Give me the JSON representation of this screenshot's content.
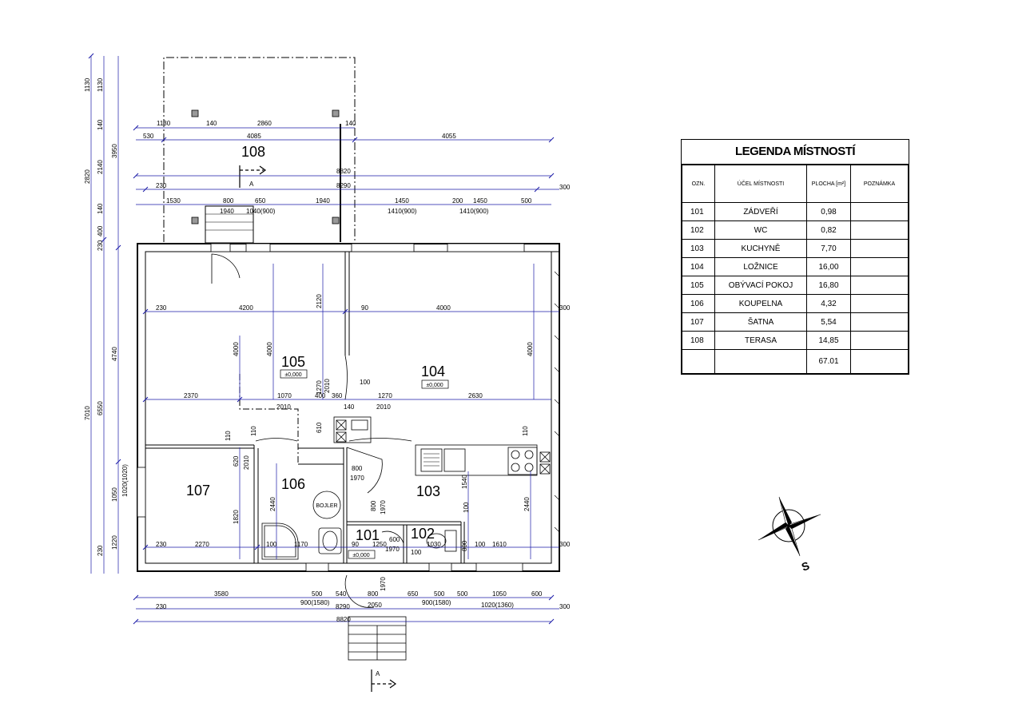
{
  "legend": {
    "title": "LEGENDA MÍSTNOSTÍ",
    "headers": [
      "OZN.",
      "ÚČEL MÍSTNOSTI",
      "PLOCHA [m²]",
      "POZNÁMKA"
    ],
    "rows": [
      {
        "id": "101",
        "name": "ZÁDVEŘÍ",
        "area": "0,98",
        "note": ""
      },
      {
        "id": "102",
        "name": "WC",
        "area": "0,82",
        "note": ""
      },
      {
        "id": "103",
        "name": "KUCHYNĚ",
        "area": "7,70",
        "note": ""
      },
      {
        "id": "104",
        "name": "LOŽNICE",
        "area": "16,00",
        "note": ""
      },
      {
        "id": "105",
        "name": "OBÝVACÍ POKOJ",
        "area": "16,80",
        "note": ""
      },
      {
        "id": "106",
        "name": "KOUPELNA",
        "area": "4,32",
        "note": ""
      },
      {
        "id": "107",
        "name": "ŠATNA",
        "area": "5,54",
        "note": ""
      },
      {
        "id": "108",
        "name": "TERASA",
        "area": "14,85",
        "note": ""
      }
    ],
    "total": "67.01"
  },
  "rooms": {
    "r101": "101",
    "r102": "102",
    "r103": "103",
    "r104": "104",
    "r105": "105",
    "r106": "106",
    "r107": "107",
    "r108": "108"
  },
  "levels": {
    "l105": "±0,000",
    "l104": "±0,000",
    "l101": "±0,000"
  },
  "labels": {
    "boiler": "BOJLER",
    "section_top": "A",
    "section_bottom": "A",
    "compass_south": "S"
  },
  "dims_top": {
    "t1130": "1130",
    "t140a": "140",
    "t2860": "2860",
    "t140b": "140",
    "t530": "530",
    "t4085": "4085",
    "t4055": "4055",
    "t8820": "8820",
    "t230": "230",
    "t8290": "8290",
    "t300": "300",
    "t1530": "1530",
    "t800": "800",
    "t650": "650",
    "t1940a": "1940",
    "t1450a": "1450",
    "t200": "200",
    "t1450b": "1450",
    "t500": "500",
    "t1940b": "1940",
    "t1040": "1040(900)",
    "t1410a": "1410(900)",
    "t1410b": "1410(900)"
  },
  "dims_left": {
    "l1130a": "1130",
    "l1130b": "1130",
    "l140": "140",
    "l2140": "2140",
    "l3950": "3950",
    "l2820": "2820",
    "l140b": "140",
    "l400": "400",
    "l230": "230",
    "l4740": "4740",
    "l7010": "7010",
    "l6550": "6550",
    "l1050": "1050",
    "l1020": "1020(1020)",
    "l1220": "1220",
    "l230b": "230"
  },
  "dims_inner": {
    "i230a": "230",
    "i4200": "4200",
    "i90": "90",
    "i4000": "4000",
    "i300a": "300",
    "i2120": "2120",
    "i4000a": "4000",
    "i4000b": "4000",
    "i4000c": "4000",
    "i2370": "2370",
    "i1070": "1070",
    "i400": "400",
    "i360": "360",
    "i1270a": "1270",
    "i2630": "2630",
    "i2010a": "2010",
    "i1270b": "1270",
    "i2010b": "2010",
    "i100": "100",
    "i2010c": "2010",
    "i140": "140",
    "i610": "610",
    "i110a": "110",
    "i110b": "110",
    "i110c": "110",
    "i620": "620",
    "i2010d": "2010",
    "i800a": "800",
    "i1970a": "1970",
    "i1540": "1540",
    "i1820": "1820",
    "i2440a": "2440",
    "i2440b": "2440",
    "i800b": "800",
    "i1970b": "1970",
    "i100b": "100",
    "i600": "600",
    "i230b": "230",
    "i2270": "2270",
    "i100c": "100",
    "i1170": "1170",
    "i90b": "90",
    "i1250": "1250",
    "i1970c": "1970",
    "i100d": "100",
    "i1030": "1030",
    "i800c": "800",
    "i100e": "100",
    "i1610": "1610",
    "i300b": "300"
  },
  "dims_bottom": {
    "b3580": "3580",
    "b500a": "500",
    "b540": "540",
    "b800": "800",
    "b650": "650",
    "b500b": "500",
    "b500c": "500",
    "b1050": "1050",
    "b600": "600",
    "b900a": "900(1580)",
    "b900b": "900(1580)",
    "b1020": "1020(1360)",
    "b230": "230",
    "b8290": "8290",
    "b2050": "2050",
    "b300": "300",
    "b8820": "8820",
    "b1970": "1970"
  }
}
